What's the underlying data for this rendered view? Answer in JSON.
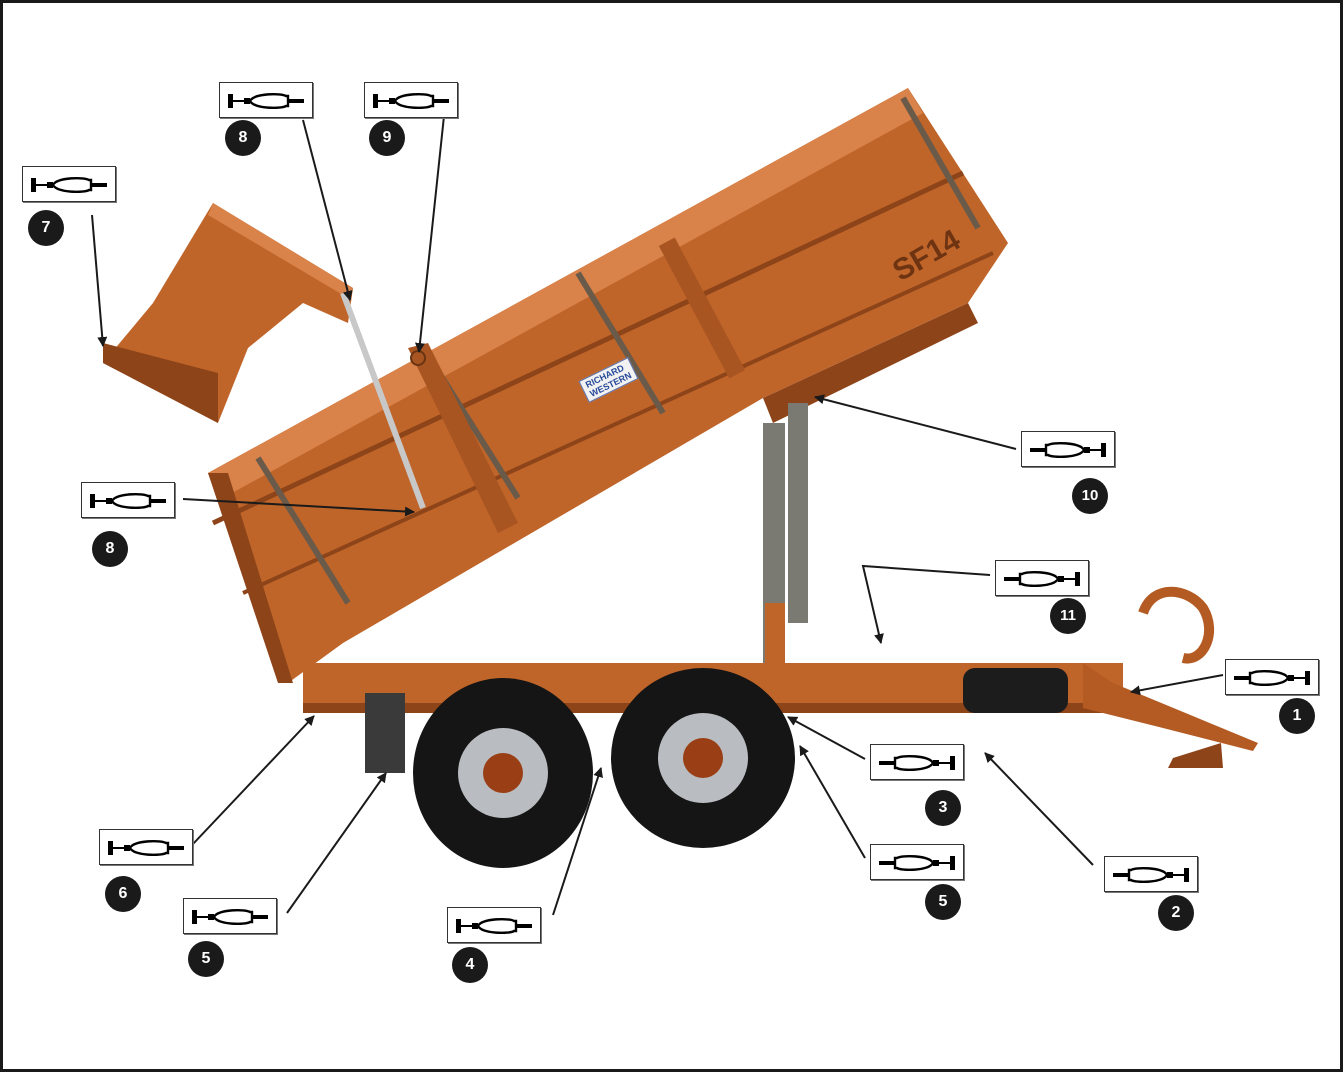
{
  "colors": {
    "body": "#c0652a",
    "body_dark": "#8e4419",
    "body_light": "#d98249",
    "tyre": "#151515",
    "rim": "#b9bcc0",
    "frame": "#1a1a1a"
  },
  "trailer": {
    "model_mark": "SF14",
    "side_label_line1": "RICHARD",
    "side_label_line2": "WESTERN"
  },
  "callouts": [
    {
      "id": "1",
      "number": "1",
      "icon": "grease-nipple-right-angle-icon"
    },
    {
      "id": "2",
      "number": "2",
      "icon": "grease-nipple-right-angle-icon"
    },
    {
      "id": "3",
      "number": "3",
      "icon": "grease-nipple-right-angle-icon"
    },
    {
      "id": "4",
      "number": "4",
      "icon": "grease-nipple-left-angle-icon"
    },
    {
      "id": "5a",
      "number": "5",
      "icon": "grease-nipple-left-angle-icon"
    },
    {
      "id": "5b",
      "number": "5",
      "icon": "grease-nipple-right-angle-icon"
    },
    {
      "id": "6",
      "number": "6",
      "icon": "grease-nipple-left-angle-icon"
    },
    {
      "id": "7",
      "number": "7",
      "icon": "grease-nipple-left-angle-icon"
    },
    {
      "id": "8a",
      "number": "8",
      "icon": "grease-nipple-left-angle-icon"
    },
    {
      "id": "8b",
      "number": "8",
      "icon": "grease-nipple-left-angle-icon"
    },
    {
      "id": "9",
      "number": "9",
      "icon": "grease-nipple-left-angle-icon"
    },
    {
      "id": "10",
      "number": "10",
      "icon": "grease-nipple-right-angle-icon"
    },
    {
      "id": "11",
      "number": "11",
      "icon": "grease-nipple-right-angle-icon"
    }
  ]
}
